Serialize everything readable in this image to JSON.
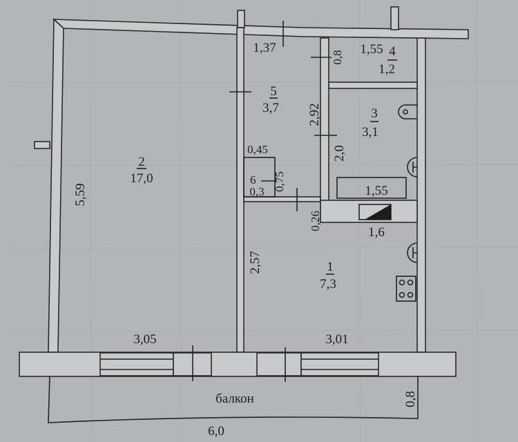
{
  "rooms": [
    {
      "number": "2",
      "area": "17,0"
    },
    {
      "number": "5",
      "area": "3,7"
    },
    {
      "number": "4",
      "area": "1,2"
    },
    {
      "number": "3",
      "area": "3,1"
    },
    {
      "number": "6",
      "area": ""
    },
    {
      "number": "1",
      "area": "7,3"
    }
  ],
  "dimensions": {
    "room2_height": "5,59",
    "room2_width": "3,05",
    "room5_width": "1,37",
    "room4_width": "1,55",
    "room4_height": "0,8",
    "room3_height": "2,92",
    "room3_height2": "2,0",
    "bath_length": "1,55",
    "closet_width": "0,45",
    "closet_depth": "0,3",
    "closet_height": "0,75",
    "wall_gap": "0,26",
    "bath_wall_width": "1,6",
    "kitchen_height": "2,57",
    "kitchen_width": "3,01",
    "balcony_depth": "0,8",
    "balcony_width": "6,0"
  },
  "balcony_label": "балкон"
}
